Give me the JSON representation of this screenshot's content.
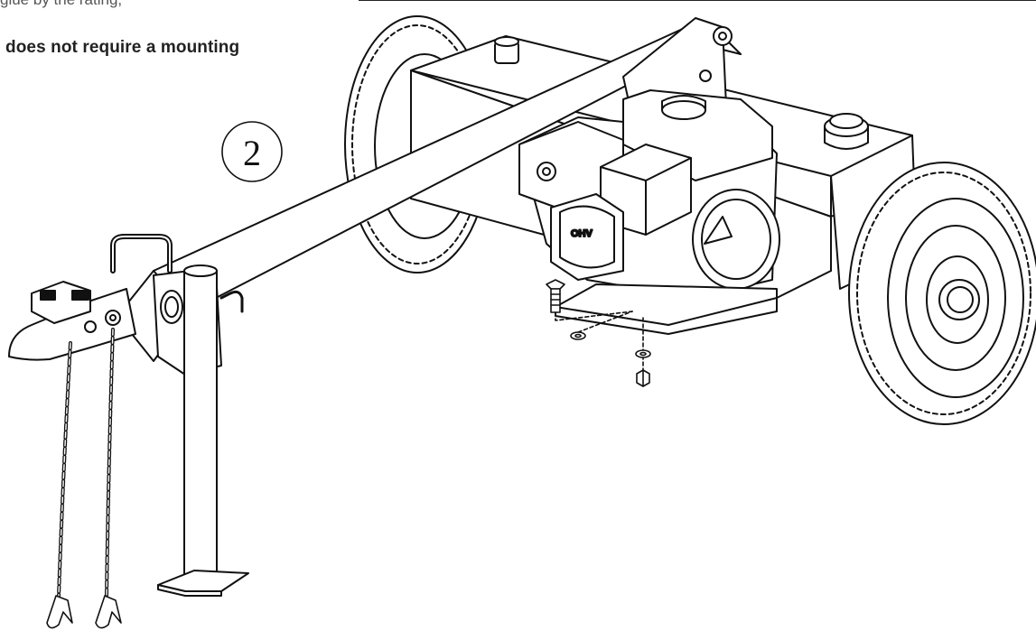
{
  "document": {
    "top_text_fragment": "glue by the rating, ",
    "caption": "does not require a mounting",
    "step_number": "2",
    "engine_label": "OHV"
  }
}
